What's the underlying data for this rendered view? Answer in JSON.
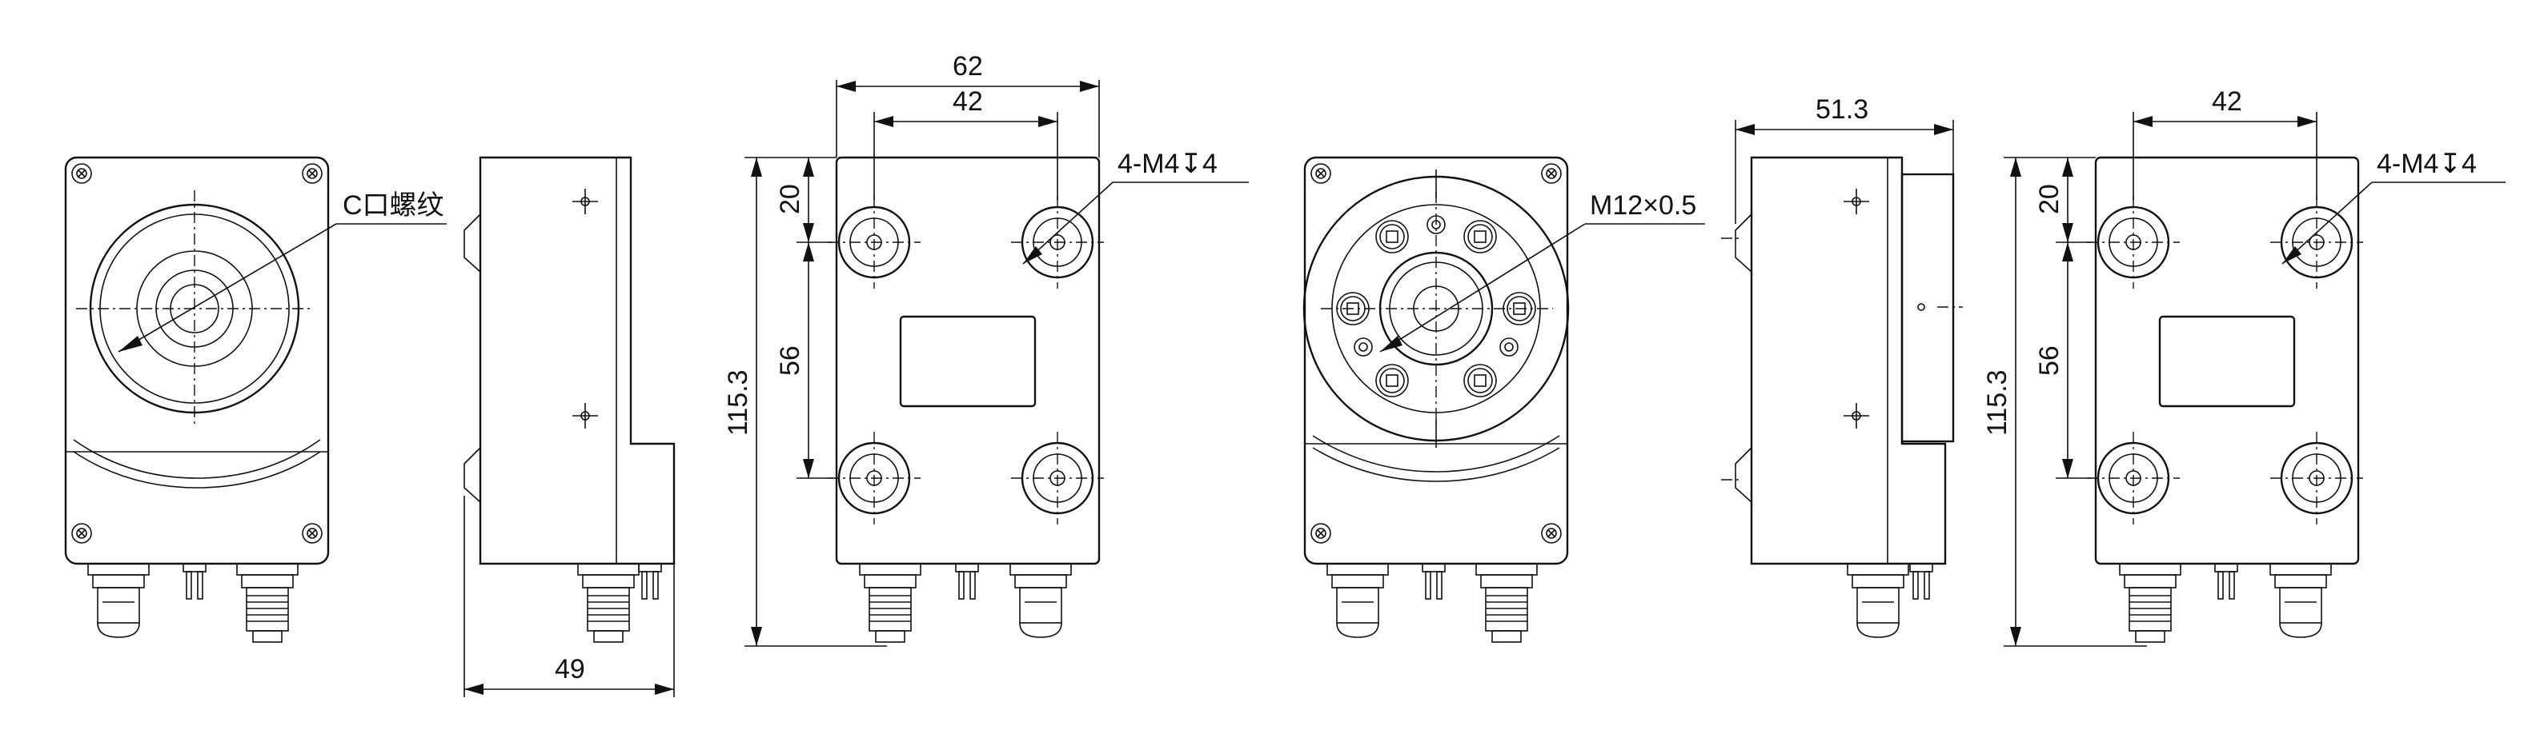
{
  "views": [
    {
      "id": "front-lens-view",
      "label": "C口螺纹"
    },
    {
      "id": "side-view-left",
      "dimension": "49"
    },
    {
      "id": "back-view-left",
      "dimensions": {
        "overall_width": "62",
        "hole_spacing": "42",
        "top_offset": "20",
        "hole_vertical": "56",
        "overall_height": "115.3"
      },
      "callout": "4-M4↧4"
    },
    {
      "id": "front-light-view",
      "label": "M12×0.5"
    },
    {
      "id": "side-view-right",
      "dimension": "51.3"
    },
    {
      "id": "back-view-right",
      "dimensions": {
        "hole_spacing": "42",
        "top_offset": "20",
        "hole_vertical": "56",
        "overall_height": "115.3"
      },
      "callout": "4-M4↧4"
    }
  ]
}
